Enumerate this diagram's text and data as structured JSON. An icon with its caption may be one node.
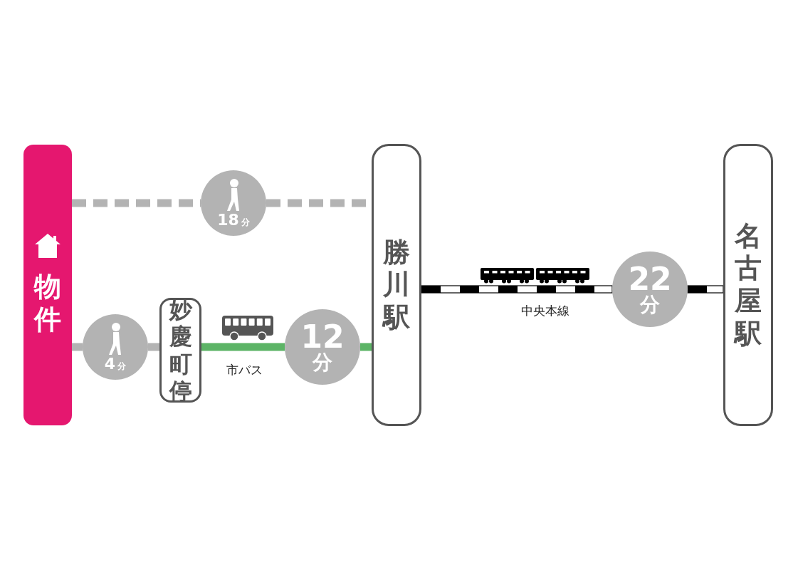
{
  "diagram": {
    "nodes": [
      {
        "text": [
          "物件"
        ]
      },
      {
        "text": [
          "18",
          "分"
        ]
      },
      {
        "text": [
          "勝川駅"
        ]
      },
      {
        "text": [
          "4",
          "分"
        ]
      },
      {
        "text": [
          "妙慶町停"
        ]
      },
      {
        "text": [
          "12",
          "分"
        ]
      },
      {
        "text": [
          "22",
          "分"
        ]
      },
      {
        "text": [
          "名古屋駅"
        ]
      }
    ],
    "edges": [
      {
        "from": 0,
        "to": 1,
        "arrow": "none",
        "style": "dashed",
        "color": "#b3b3b3"
      },
      {
        "from": 1,
        "to": 2,
        "arrow": "none",
        "style": "dashed",
        "color": "#b3b3b3"
      },
      {
        "from": 0,
        "to": 3,
        "arrow": "none",
        "color": "#b3b3b3"
      },
      {
        "from": 3,
        "to": 4,
        "arrow": "none",
        "color": "#b3b3b3"
      },
      {
        "from": 4,
        "to": 5,
        "arrow": "none",
        "label": "市バス",
        "color": "#5cb466"
      },
      {
        "from": 5,
        "to": 2,
        "arrow": "none",
        "color": "#5cb466"
      },
      {
        "from": 2,
        "to": 6,
        "arrow": "none",
        "label": "中央本線",
        "style": "dashed",
        "color": "#000000"
      },
      {
        "from": 6,
        "to": 7,
        "arrow": "none",
        "style": "dashed",
        "color": "#000000"
      }
    ]
  }
}
